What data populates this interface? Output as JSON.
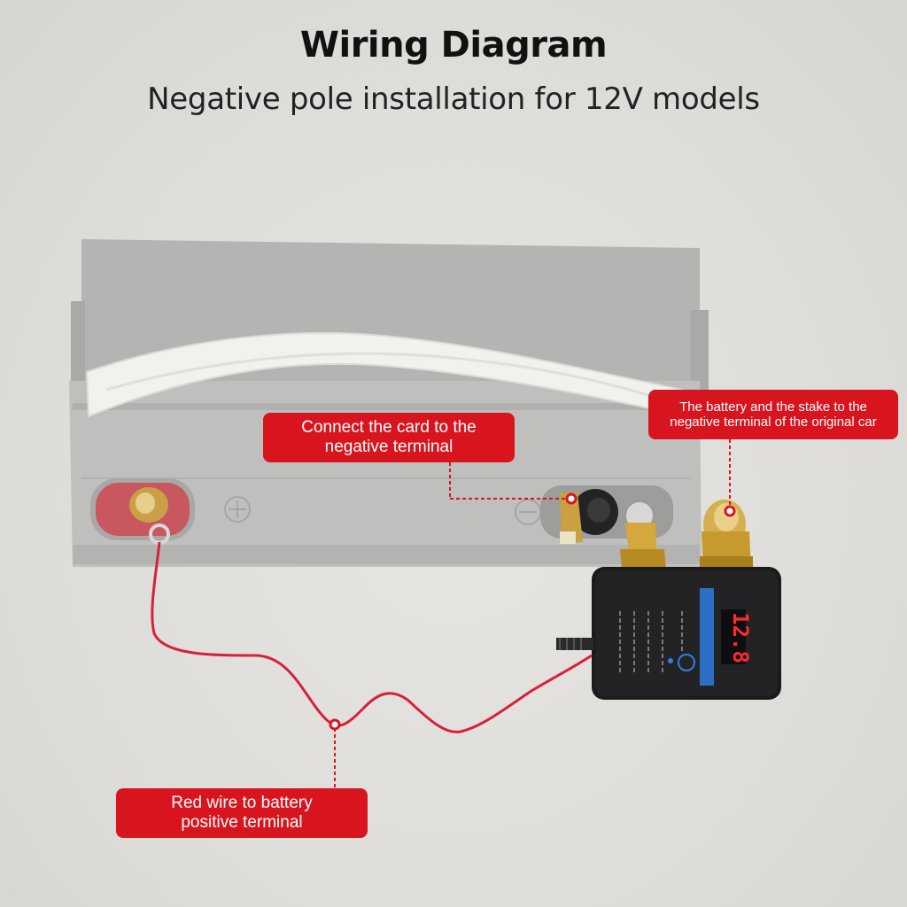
{
  "header": {
    "title": "Wiring Diagram",
    "subtitle": "Negative pole installation for 12V models"
  },
  "callouts": {
    "negative_terminal": {
      "line1": "Connect the card to the",
      "line2": "negative terminal"
    },
    "original_car": {
      "line1": "The battery and the stake to the",
      "line2": "negative terminal of the original car"
    },
    "red_wire": {
      "line1": "Red wire to battery",
      "line2": "positive terminal"
    }
  },
  "device": {
    "display_reading": "12.8"
  },
  "colors": {
    "callout_red": "#d8151f",
    "battery_gray": "#bdbdbb",
    "wire_red": "#d8203a"
  }
}
